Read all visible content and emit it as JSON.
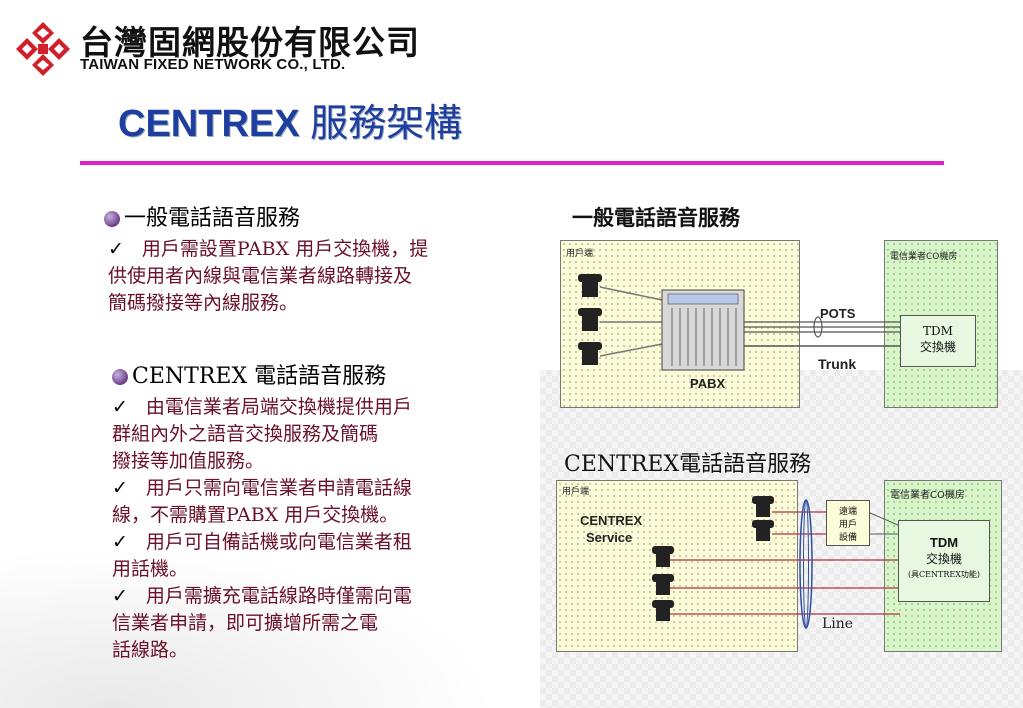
{
  "header": {
    "company_cn": "台灣固網股份有限公司",
    "company_en": "TAIWAN FIXED NETWORK CO., LTD.",
    "title_en": "CENTREX",
    "title_cn": "服務架構"
  },
  "sections": [
    {
      "heading": "一般電話語音服務",
      "items": [
        {
          "check": "✓",
          "lines": [
            "用戶需設置PABX 用戶交換機，提",
            "供使用者內線與電信業者線路轉接及",
            "簡碼撥接等內線服務。"
          ]
        }
      ]
    },
    {
      "heading": "CENTREX 電話語音服務",
      "items": [
        {
          "check": "✓",
          "lines": [
            "由電信業者局端交換機提供用戶",
            "群組內外之語音交換服務及簡碼",
            "撥接等加值服務。"
          ]
        },
        {
          "check": "✓",
          "lines": [
            "用戶只需向電信業者申請電話線",
            "線，不需購置PABX 用戶交換機。"
          ]
        },
        {
          "check": "✓",
          "lines": [
            "用戶可自備話機或向電信業者租",
            "用話機。"
          ]
        },
        {
          "check": "✓",
          "lines": [
            "用戶需擴充電話線路時僅需向電",
            "信業者申請，即可擴增所需之電",
            "話線路。"
          ]
        }
      ]
    }
  ],
  "diagram1": {
    "title": "一般電話語音服務",
    "user_side": "用戶端",
    "co_side": "電信業者CO機房",
    "pabx": "PABX",
    "pots": "POTS",
    "trunk": "Trunk",
    "tdm_line1": "TDM",
    "tdm_line2": "交換機"
  },
  "diagram2": {
    "title": "CENTREX電話語音服務",
    "user_side": "用戶端",
    "co_side": "電信業者CO機房",
    "service_line1": "CENTREX",
    "service_line2": "Service",
    "remote_line1": "遠端",
    "remote_line2": "用戶",
    "remote_line3": "設備",
    "line": "Line",
    "tdm_line1": "TDM",
    "tdm_line2": "交換機",
    "tdm_line3": "(具CENTREX功能)"
  },
  "colors": {
    "title_blue": "#1f3fa0",
    "rule_magenta": "#e020c8",
    "body_text": "#6a1028",
    "logo_red": "#d0202c"
  }
}
